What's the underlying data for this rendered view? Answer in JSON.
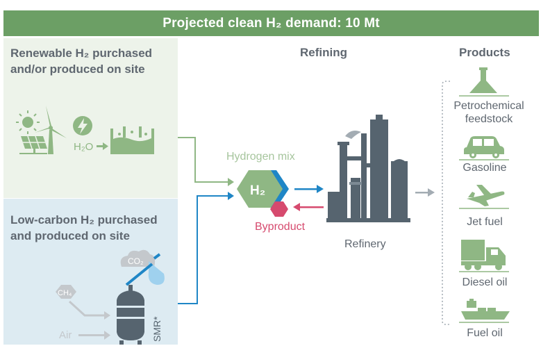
{
  "header": {
    "title": "Projected clean H₂ demand: 10 Mt"
  },
  "sources": {
    "renewable_title_line1": "Renewable H₂ purchased",
    "renewable_title_line2": "and/or produced on site",
    "renewable_h2o": "H₂O",
    "lowcarbon_title_line1": "Low-carbon H₂ purchased",
    "lowcarbon_title_line2": "and produced on site",
    "co2_label": "CO₂",
    "ch4_label": "CH₄",
    "air_label": "Air",
    "smr_label": "SMR*"
  },
  "refining": {
    "column_title": "Refining",
    "hydrogen_mix_label": "Hydrogen mix",
    "h2_hex_label": "H₂",
    "byproduct_label": "Byproduct",
    "refinery_label": "Refinery"
  },
  "products": {
    "column_title": "Products",
    "items": [
      {
        "line1": "Petrochemical",
        "line2": "feedstock",
        "icon": "flask-icon"
      },
      {
        "line1": "Gasoline",
        "line2": "",
        "icon": "car-icon"
      },
      {
        "line1": "Jet fuel",
        "line2": "",
        "icon": "airplane-icon"
      },
      {
        "line1": "Diesel oil",
        "line2": "",
        "icon": "truck-icon"
      },
      {
        "line1": "Fuel oil",
        "line2": "",
        "icon": "ship-icon"
      }
    ]
  },
  "colors": {
    "header_green": "#6c9f65",
    "icon_green": "#8fb784",
    "renewable_bg": "#edf3ea",
    "lowcarbon_bg": "#ddebf2",
    "blue_arrow": "#1f86c6",
    "byproduct_pink": "#d64a6e",
    "refinery_dark": "#56646f",
    "text_grey": "#5f6770"
  }
}
